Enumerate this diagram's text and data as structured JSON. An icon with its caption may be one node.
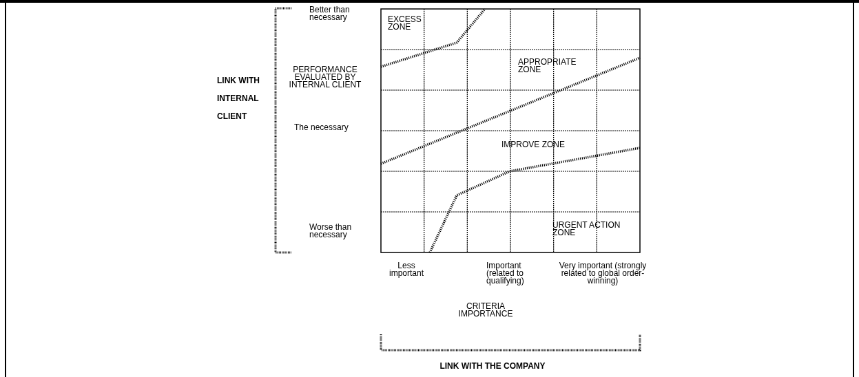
{
  "diagram": {
    "labels": [
      "LINK WITH INTERNAL CLIENT",
      "Better than necessary",
      "EXCESS ZONE",
      "PERFORMANCE EVALUATED BY INTERNAL CLIENT",
      "APPROPRIATE ZONE",
      "The necessary",
      "IMPROVE ZONE",
      "URGENT ACTION ZONE",
      "Worse than necessary",
      "Less important",
      "Important (related to qualifying)",
      "Very important (strongly related to global order-winning)",
      "CRITERIA IMPORTANCE",
      "LINK WITH THE COMPANY"
    ]
  }
}
